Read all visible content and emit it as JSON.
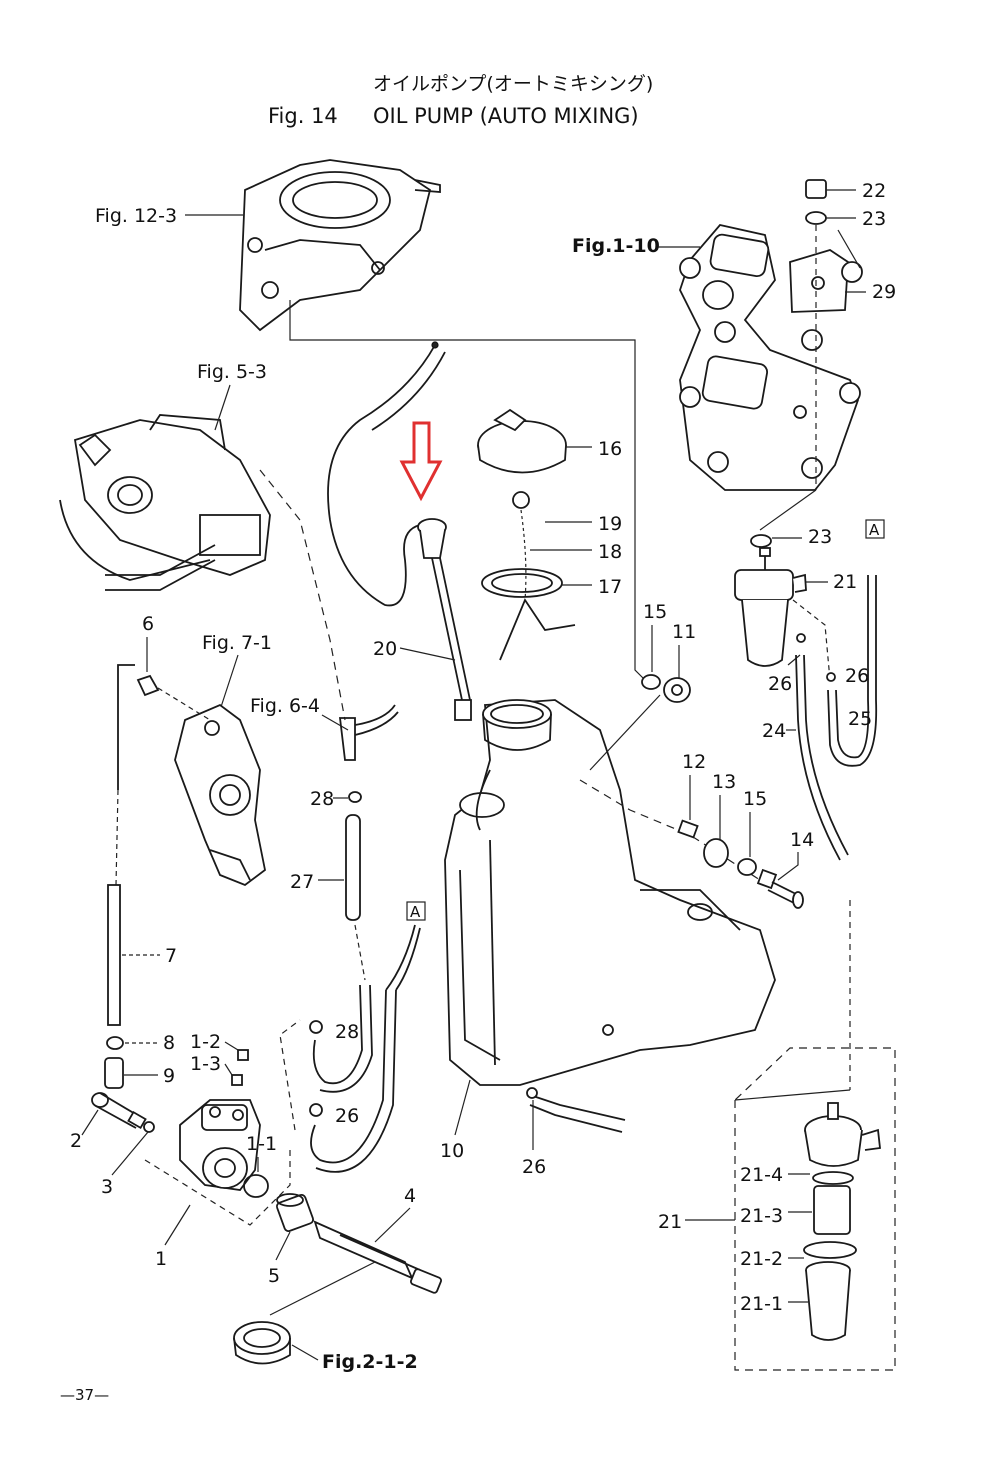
{
  "title_jp": "オイルポンプ(オートミキシング)",
  "title_fig": "Fig. 14",
  "title_en": "OIL PUMP (AUTO MIXING)",
  "page_number": "—37—",
  "fig_refs": {
    "fig12_3": "Fig. 12-3",
    "fig5_3": "Fig. 5-3",
    "fig7_1": "Fig. 7-1",
    "fig6_4": "Fig. 6-4",
    "fig1_10": "Fig.1-10",
    "fig2_1_2": "Fig.2-1-2"
  },
  "box_markers": {
    "a1": "A",
    "a2": "A"
  },
  "callouts": {
    "c1": "1",
    "c1_1": "1-1",
    "c1_2": "1-2",
    "c1_3": "1-3",
    "c2": "2",
    "c3": "3",
    "c4": "4",
    "c5": "5",
    "c6": "6",
    "c7": "7",
    "c8": "8",
    "c9": "9",
    "c10": "10",
    "c11": "11",
    "c12": "12",
    "c13": "13",
    "c14": "14",
    "c15a": "15",
    "c15b": "15",
    "c16": "16",
    "c17": "17",
    "c18": "18",
    "c19": "19",
    "c20": "20",
    "c21a": "21",
    "c21b": "21",
    "c21_1": "21-1",
    "c21_2": "21-2",
    "c21_3": "21-3",
    "c21_4": "21-4",
    "c22": "22",
    "c23a": "23",
    "c23b": "23",
    "c24": "24",
    "c25": "25",
    "c26a": "26",
    "c26b": "26",
    "c26c": "26",
    "c26d": "26",
    "c27": "27",
    "c28a": "28",
    "c28b": "28",
    "c29": "29"
  },
  "colors": {
    "highlight_arrow": "#e03030",
    "line": "#222222"
  }
}
